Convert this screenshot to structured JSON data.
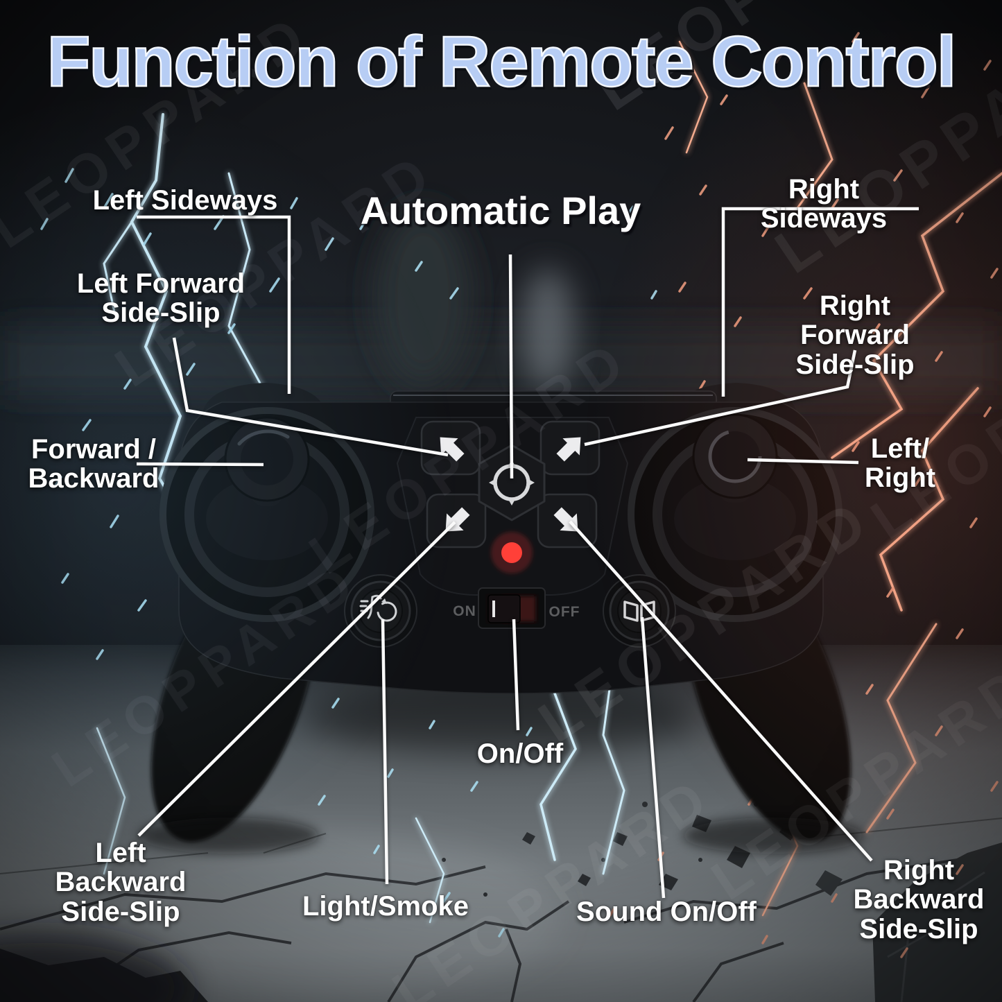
{
  "title": "Function of Remote Control",
  "watermark": {
    "text": "LEOPPARD"
  },
  "annotations": {
    "left_sideways": "Left Sideways",
    "left_forward_side_slip": "Left Forward\nSide-Slip",
    "automatic_play": "Automatic Play",
    "right_sideways": "Right Sideways",
    "right_forward_side_slip": "Right Forward\nSide-Slip",
    "forward_backward": "Forward /\nBackward",
    "left_right": "Left/\nRight",
    "on_off": "On/Off",
    "left_backward_side_slip": "Left\nBackward\nSide-Slip",
    "light_smoke": "Light/Smoke",
    "sound_on_off": "Sound On/Off",
    "right_backward_side_slip": "Right\nBackward\nSide-Slip"
  },
  "controller": {
    "power_switch": {
      "on_label": "ON",
      "off_label": "OFF",
      "state": "on"
    },
    "status_led_color": "#ff4038",
    "buttons": {
      "center": "auto-play",
      "upper_left": "left-forward-side-slip",
      "upper_right": "right-forward-side-slip",
      "lower_left": "left-backward-side-slip",
      "lower_right": "right-backward-side-slip",
      "bottom_left": "light-smoke",
      "bottom_right": "sound"
    }
  },
  "colors": {
    "title_text": "#b7cdf4",
    "label_text": "#ffffff",
    "callout_line": "#fafafa",
    "lightning_left": "#c8e9f6",
    "sparks_right": "#f0a78c",
    "led": "#ff4038"
  }
}
